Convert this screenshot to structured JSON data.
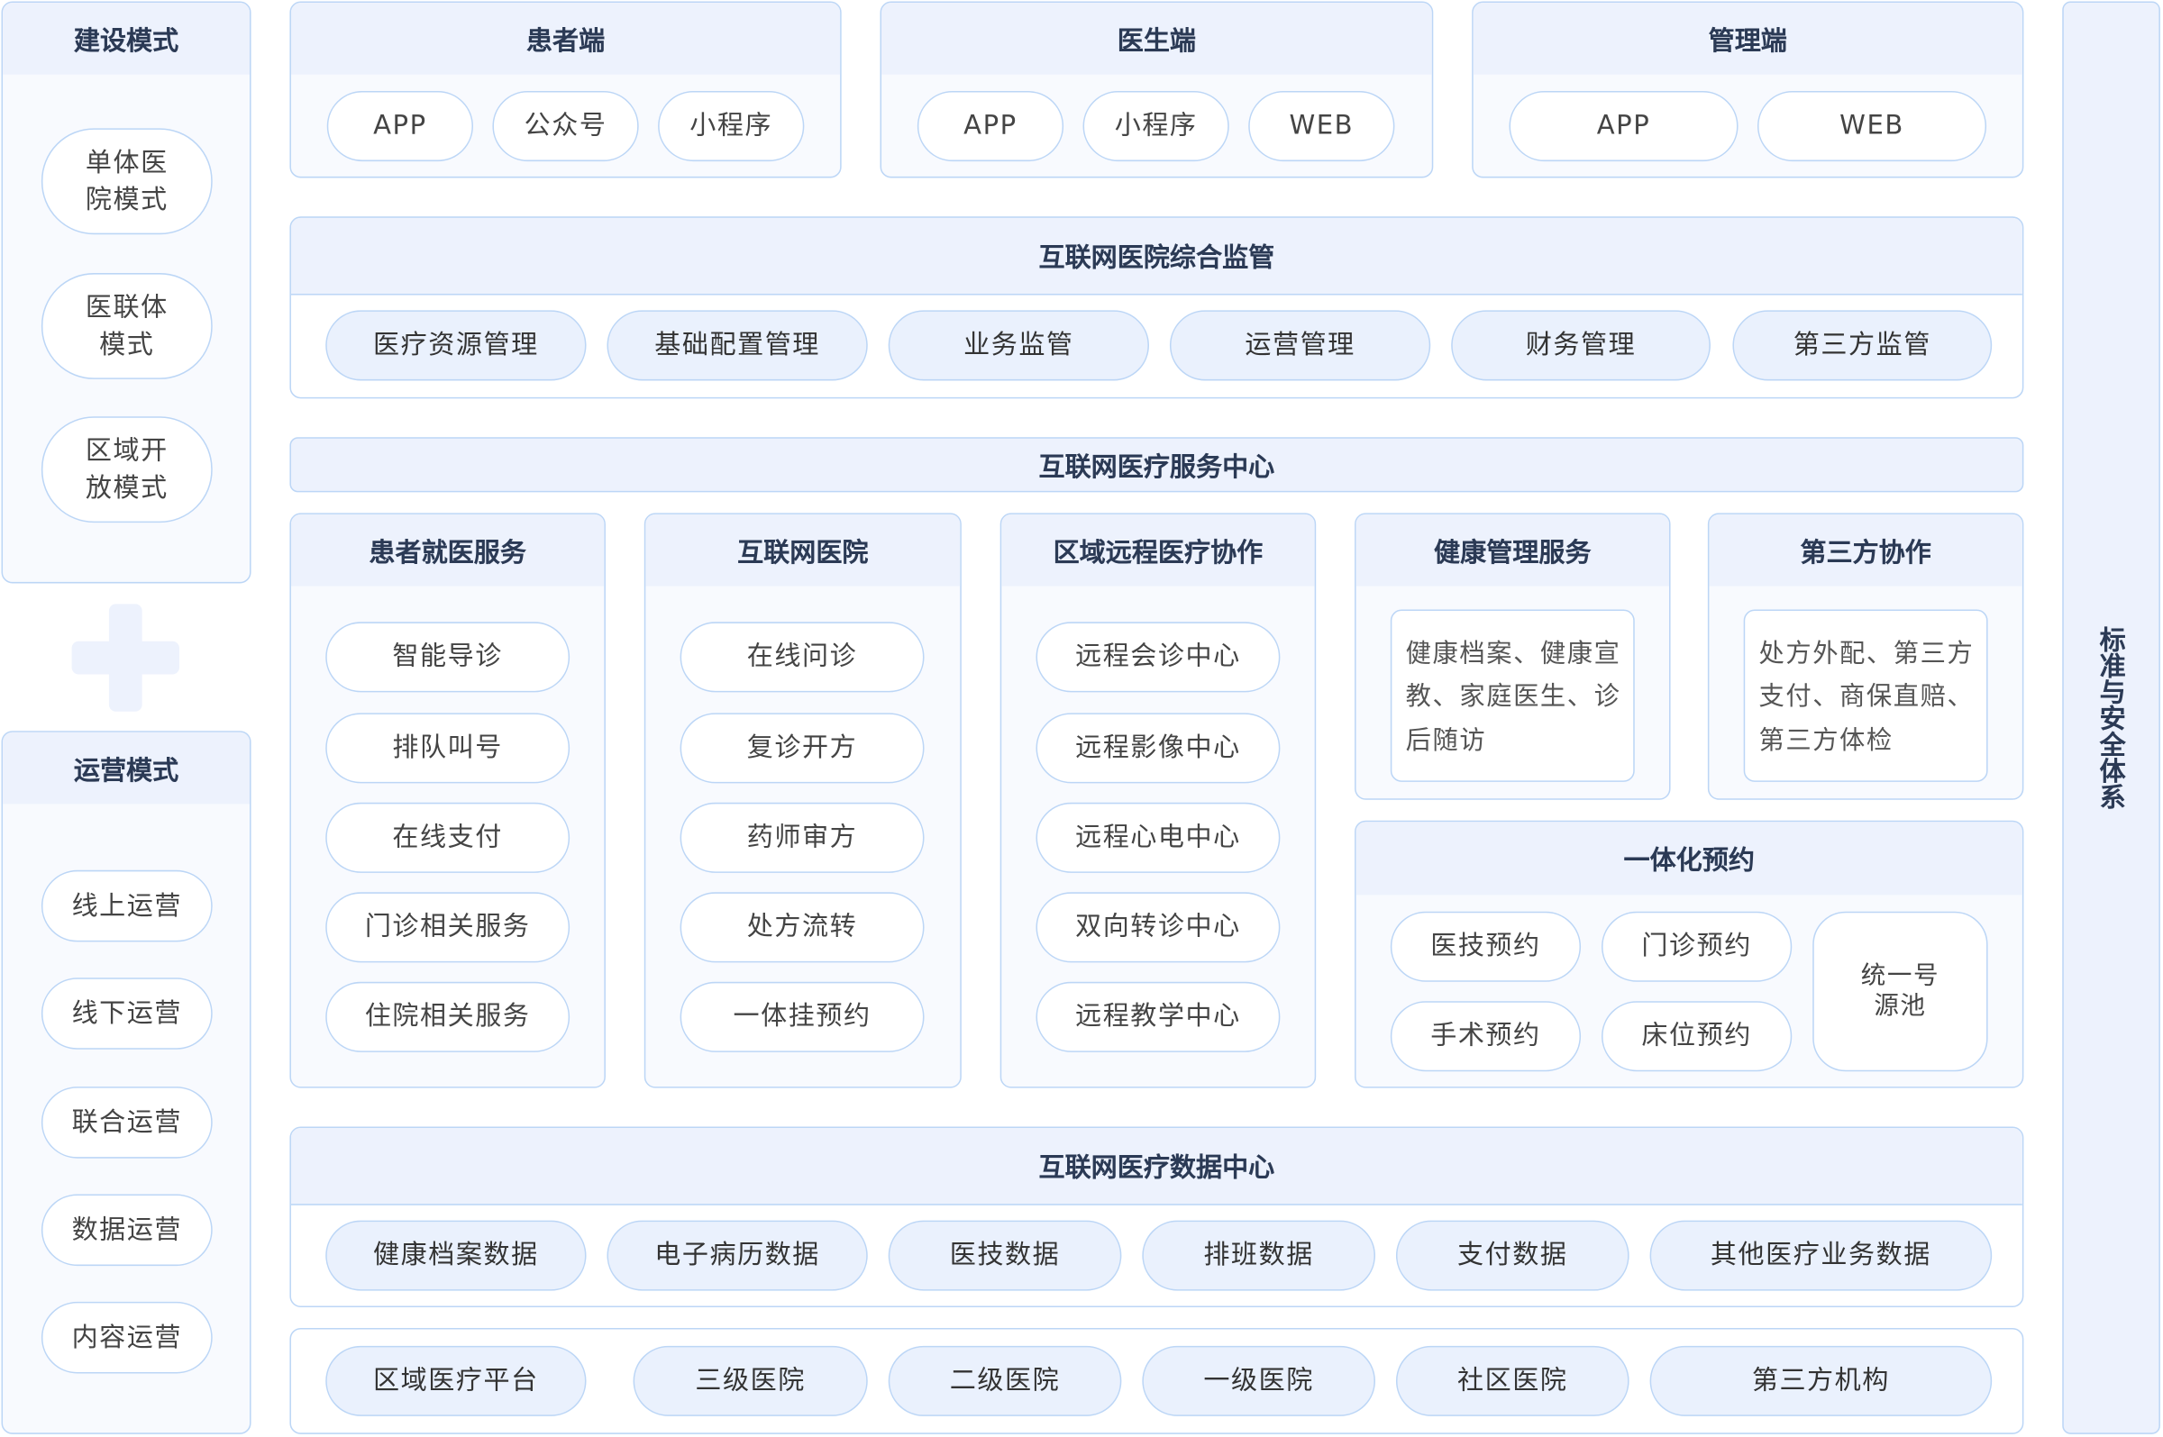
{
  "build_mode": {
    "title": "建设模式",
    "items": [
      "单体医院模式",
      "医联体模式",
      "区域开放模式"
    ]
  },
  "ops_mode": {
    "title": "运营模式",
    "items": [
      "线上运营",
      "线下运营",
      "联合运营",
      "数据运营",
      "内容运营"
    ]
  },
  "patient": {
    "title": "患者端",
    "items": [
      "APP",
      "公众号",
      "小程序"
    ]
  },
  "doctor": {
    "title": "医生端",
    "items": [
      "APP",
      "小程序",
      "WEB"
    ]
  },
  "admin": {
    "title": "管理端",
    "items": [
      "APP",
      "WEB"
    ]
  },
  "supervision": {
    "title": "互联网医院综合监管",
    "items": [
      "医疗资源管理",
      "基础配置管理",
      "业务监管",
      "运营管理",
      "财务管理",
      "第三方监管"
    ]
  },
  "service_center": {
    "title": "互联网医疗服务中心"
  },
  "cols": [
    {
      "title": "患者就医服务",
      "items": [
        "智能导诊",
        "排队叫号",
        "在线支付",
        "门诊相关服务",
        "住院相关服务"
      ]
    },
    {
      "title": "互联网医院",
      "items": [
        "在线问诊",
        "复诊开方",
        "药师审方",
        "处方流转",
        "一体挂预约"
      ]
    },
    {
      "title": "区域远程医疗协作",
      "items": [
        "远程会诊中心",
        "远程影像中心",
        "远程心电中心",
        "双向转诊中心",
        "远程教学中心"
      ]
    }
  ],
  "health": {
    "title": "健康管理服务",
    "text": "健康档案、健康宣教、家庭医生、诊后随访"
  },
  "third": {
    "title": "第三方协作",
    "text": "处方外配、第三方支付、商保直赔、第三方体检"
  },
  "booking": {
    "title": "一体化预约",
    "items": [
      "医技预约",
      "门诊预约",
      "手术预约",
      "床位预约"
    ],
    "pool": "统一号源池"
  },
  "data_center": {
    "title": "互联网医疗数据中心",
    "items": [
      "健康档案数据",
      "电子病历数据",
      "医技数据",
      "排班数据",
      "支付数据",
      "其他医疗业务数据"
    ]
  },
  "institutions": {
    "items": [
      "区域医疗平台",
      "三级医院",
      "二级医院",
      "一级医院",
      "社区医院",
      "第三方机构"
    ]
  },
  "standards": {
    "title": "标准与安全体系"
  },
  "colors": {
    "border": "#bcd6f6",
    "header": "#edf2fd",
    "title": "#2b3a55"
  }
}
